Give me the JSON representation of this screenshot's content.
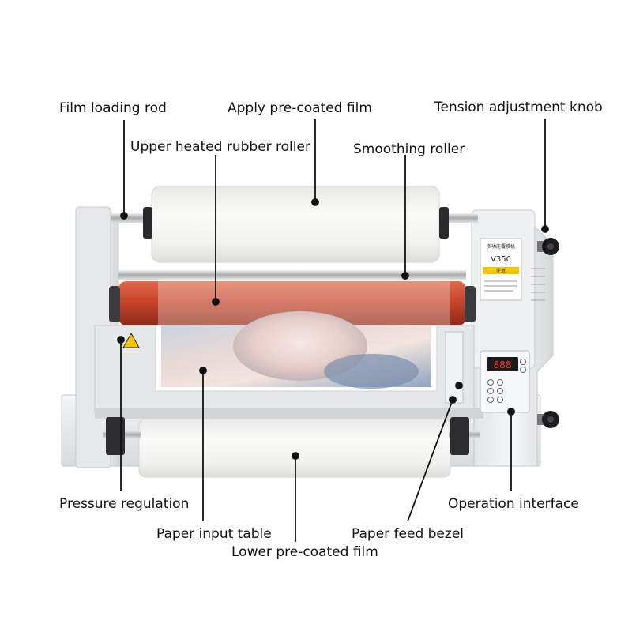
{
  "labels": {
    "film_loading_rod": "Film loading rod",
    "apply_precoated_film": "Apply pre-coated film",
    "tension_adjustment_knob": "Tension adjustment knob",
    "upper_heated_rubber_roller": "Upper heated rubber roller",
    "smoothing_roller": "Smoothing roller",
    "pressure_regulation": "Pressure regulation",
    "operation_interface": "Operation interface",
    "paper_input_table": "Paper input table",
    "paper_feed_bezel": "Paper feed bezel",
    "lower_precoated_film": "Lower pre-coated film"
  },
  "machine": {
    "panel_title": "多功能覆膜机",
    "model": "V350",
    "warning": "注意",
    "display_value": "888"
  },
  "colors": {
    "body": "#e9eaec",
    "roller_red": "#c8442a",
    "film": "#f4f4f2",
    "label_text": "#111111",
    "leader_line": "#111111"
  }
}
